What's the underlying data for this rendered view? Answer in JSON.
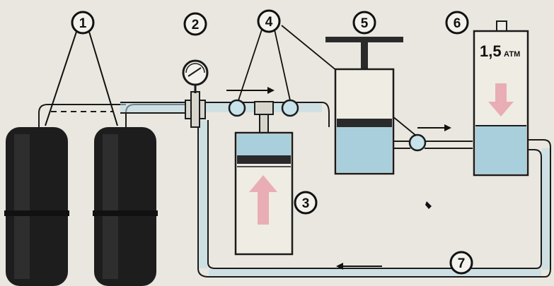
{
  "markers": [
    "1",
    "2",
    "3",
    "4",
    "5",
    "6",
    "7"
  ],
  "tank_label": {
    "value": "1,5",
    "unit": "АТМ"
  },
  "colors": {
    "background": "#e9e7df",
    "water": "#a9cfdc",
    "water_dark": "#86b6c6",
    "pipe_fill": "#b8dbe6",
    "outline": "#1b1b1b",
    "cylinder": "#222222",
    "piston": "#2a2a2a",
    "pink_arrow": "#e8a3ad"
  },
  "icons": [
    "pressure-gauge-icon",
    "flow-arrow-icon",
    "pink-up-arrow-icon",
    "pink-down-arrow-icon"
  ]
}
